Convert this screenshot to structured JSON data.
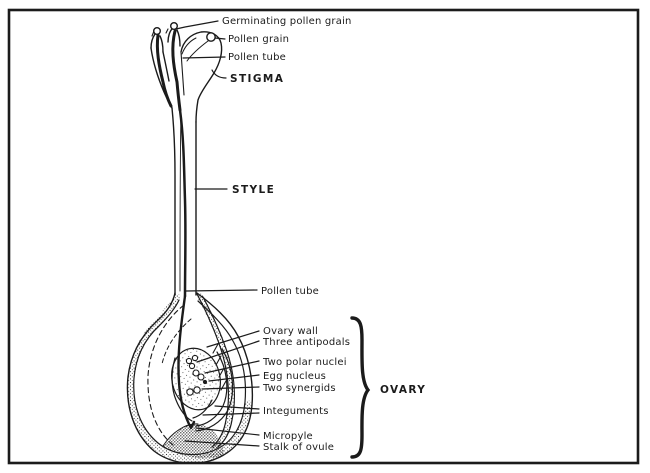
{
  "colors": {
    "ink": "#1b1b1b",
    "paper": "#ffffff"
  },
  "figure": {
    "kind": "pistil-longitudinal-section-diagram",
    "labels": [
      {
        "id": "germinating-pollen-grain",
        "text": "Germinating pollen grain"
      },
      {
        "id": "pollen-grain",
        "text": "Pollen grain"
      },
      {
        "id": "pollen-tube-upper",
        "text": "Pollen tube"
      },
      {
        "id": "stigma",
        "text": "STIGMA"
      },
      {
        "id": "style",
        "text": "STYLE"
      },
      {
        "id": "pollen-tube-lower",
        "text": "Pollen tube"
      },
      {
        "id": "ovary-wall",
        "text": "Ovary wall"
      },
      {
        "id": "three-antipodals",
        "text": "Three antipodals"
      },
      {
        "id": "two-polar-nuclei",
        "text": "Two polar nuclei"
      },
      {
        "id": "egg-nucleus",
        "text": "Egg nucleus"
      },
      {
        "id": "two-synergids",
        "text": "Two synergids"
      },
      {
        "id": "integuments",
        "text": "Integuments"
      },
      {
        "id": "micropyle",
        "text": "Micropyle"
      },
      {
        "id": "stalk-of-ovule",
        "text": "Stalk of ovule"
      },
      {
        "id": "ovary-brace",
        "text": "OVARY"
      }
    ]
  }
}
